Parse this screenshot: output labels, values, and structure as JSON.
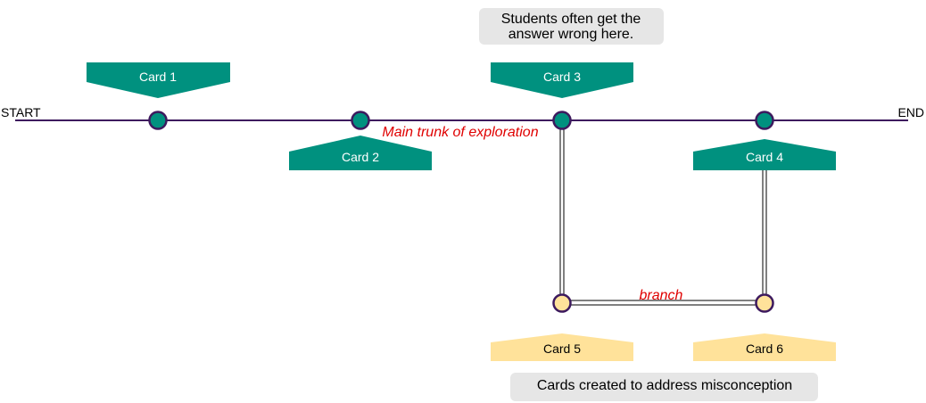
{
  "colors": {
    "trunk_line": "#3d1a5e",
    "node_stroke": "#3d1a5e",
    "teal": "#00917f",
    "yellow": "#ffe29a",
    "note_bg": "#e6e6e6",
    "red_text": "#e00000",
    "card_text_light": "#ffffff",
    "card_text_dark": "#000000",
    "branch_line": "#000000"
  },
  "labels": {
    "start": "START",
    "end": "END",
    "main_trunk": "Main trunk of exploration",
    "branch": "branch"
  },
  "notes": {
    "top_line1": "Students often get the",
    "top_line2": "answer wrong here.",
    "bottom": "Cards created to address misconception"
  },
  "cards": {
    "card1": "Card 1",
    "card2": "Card 2",
    "card3": "Card 3",
    "card4": "Card 4",
    "card5": "Card 5",
    "card6": "Card 6"
  }
}
